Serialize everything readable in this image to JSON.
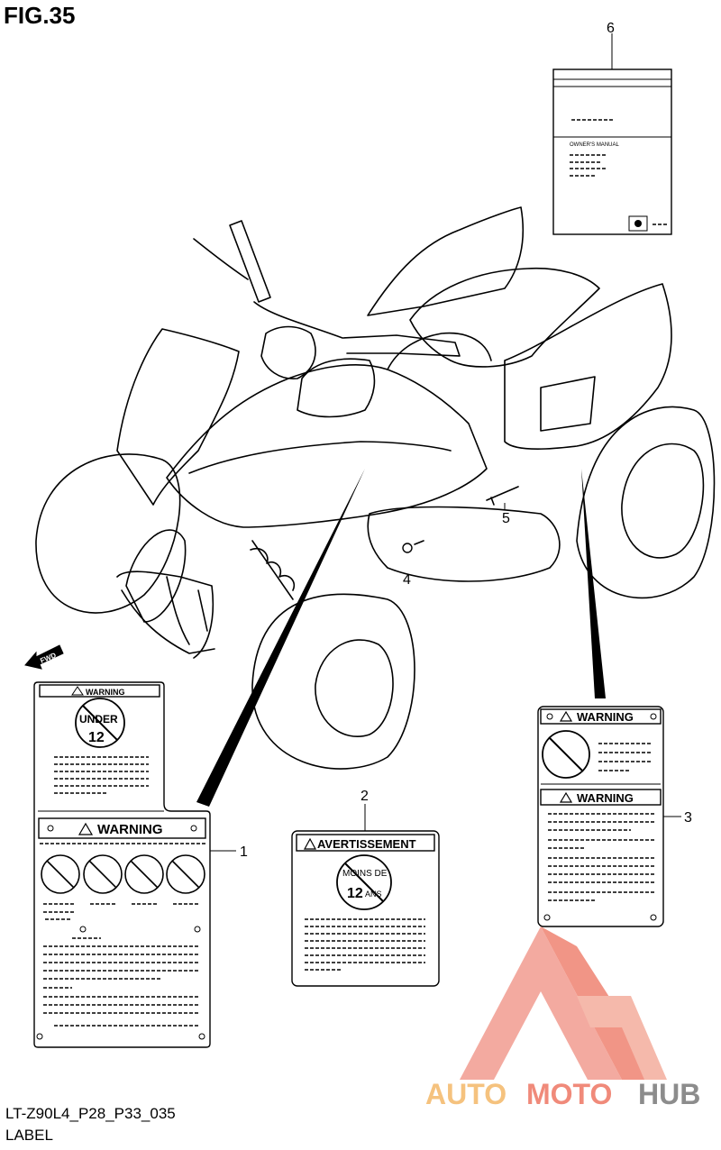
{
  "figure": {
    "title": "FIG.35",
    "code": "LT-Z90L4_P28_P33_035",
    "caption": "LABEL"
  },
  "callouts": {
    "c1": "1",
    "c2": "2",
    "c3": "3",
    "c4": "4",
    "c5": "5",
    "c6": "6"
  },
  "labels": {
    "label1_top_heading": "WARNING",
    "label1_top_badge_line1": "UNDER",
    "label1_top_badge_line2": "12",
    "label1_heading": "WARNING",
    "label2_heading": "AVERTISSEMENT",
    "label2_badge_line1": "MOINS DE",
    "label2_badge_num": "12",
    "label2_badge_unit": "ANS",
    "label3_heading_top": "WARNING",
    "label3_heading_bottom": "WARNING",
    "manual_title": "OWNER'S MANUAL",
    "fwd": "FWD"
  },
  "watermark": {
    "part1": "AUTO",
    "part2": "MOTO",
    "part3": "HUB",
    "color_light": "#f5b79e",
    "color_main": "#f08a7a",
    "color_hub": "#8c8c8c"
  }
}
